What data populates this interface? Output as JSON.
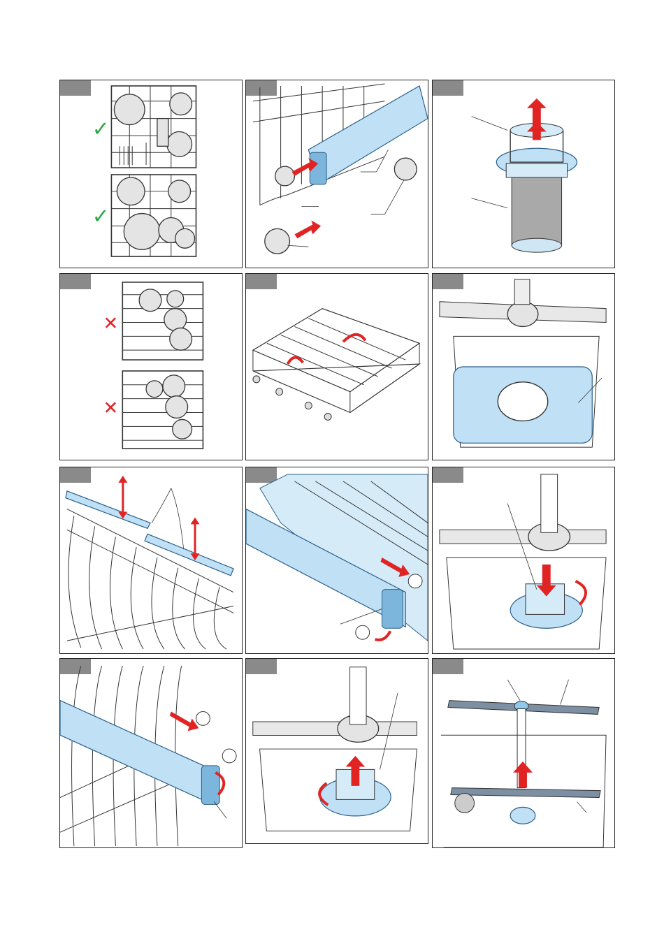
{
  "colors": {
    "accent_blue": "#bfe0f5",
    "arrow_red": "#e02424",
    "ok_green": "#2fa84a",
    "wrong_red": "#e02424",
    "tag_grey": "#8a8a8a"
  },
  "symbols": {
    "ok": "✓",
    "wrong": "✕"
  },
  "panels": [
    {
      "id": "p1",
      "icons": [
        "check-mark-icon",
        "check-mark-icon"
      ]
    },
    {
      "id": "p2",
      "icons": [
        "arrow-icon",
        "arrow-icon"
      ]
    },
    {
      "id": "p3",
      "icons": [
        "arrow-up-icon"
      ]
    },
    {
      "id": "p4",
      "icons": [
        "cross-mark-icon",
        "cross-mark-icon"
      ]
    },
    {
      "id": "p5",
      "icons": [
        "rotate-arrow-icon"
      ]
    },
    {
      "id": "p6",
      "icons": []
    },
    {
      "id": "p7",
      "icons": [
        "arrow-updown-icon",
        "arrow-updown-icon"
      ]
    },
    {
      "id": "p8",
      "icons": [
        "arrow-icon",
        "rotate-arrow-icon"
      ]
    },
    {
      "id": "p9",
      "icons": [
        "arrow-down-icon",
        "rotate-arrow-icon"
      ]
    },
    {
      "id": "p10",
      "icons": [
        "arrow-icon",
        "rotate-arrow-icon"
      ]
    },
    {
      "id": "p11",
      "icons": [
        "arrow-up-icon",
        "rotate-arrow-icon"
      ]
    },
    {
      "id": "p12",
      "icons": [
        "arrow-up-icon",
        "arrow-up-icon"
      ]
    }
  ]
}
